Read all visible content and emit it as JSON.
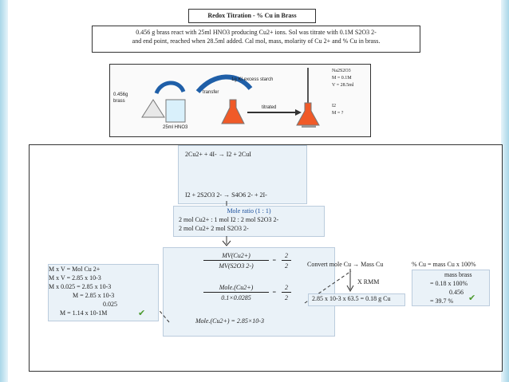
{
  "title": "Redox Titration - % Cu in Brass",
  "question": {
    "line1": "0.456 g brass react with 25ml HNO3 producing Cu2+ ions. Sol was titrate with 0.1M S2O3 2-",
    "line2": "and end point, reached when 28.5ml added. Cal mol, mass, molarity of Cu 2+ and % Cu in brass."
  },
  "diagram": {
    "brass_label": "0.456g brass",
    "hno3_label": "25ml HNO3",
    "transfer_label": "transfer",
    "ki_label": "1g KI excess starch",
    "titrated_label": "titrated",
    "burette_formula": "Na2S2O3",
    "burette_m": "M = 0.1M",
    "burette_v": "V = 28.5ml",
    "flask_formula": "I2",
    "flask_m": "M = ?"
  },
  "equations": {
    "eq1": "2Cu2+ + 4I- → I2 + 2CuI",
    "eq2": "I2 + 2S2O3 2- → S4O6 2- + 2I-"
  },
  "mole_ratio": {
    "title": "Mole ratio (1 : 1)",
    "line1": "2 mol Cu2+ : 1 mol I2 : 2 mol S2O3 2-",
    "line2": "2 mol Cu2+          2 mol S2O3 2-"
  },
  "calc": {
    "frac1_num": "MV(Cu2+)",
    "frac1_den": "MV(S2O3 2-)",
    "frac1_rhs_num": "2",
    "frac1_rhs_den": "2",
    "frac2_num": "Mole.(Cu2+)",
    "frac2_den": "0.1×0.0285",
    "frac2_rhs_num": "2",
    "frac2_rhs_den": "2",
    "result": "Mole.(Cu2+) = 2.85×10-3"
  },
  "molarity": {
    "l1": "M x V        = Mol Cu 2+",
    "l2": "M x V        = 2.85 x 10-3",
    "l3": "M x 0.025 = 2.85 x 10-3",
    "l4": "M = 2.85 x 10-3",
    "l5": "0.025",
    "l6": "M = 1.14 x 10-1M"
  },
  "convert": {
    "title": "Convert mole Cu → Mass Cu",
    "rmm": "X RMM",
    "result": "2.85 x 10-3 x 63.5 = 0.18 g Cu"
  },
  "percent": {
    "l1": "% Cu = mass Cu x 100%",
    "l2": "mass brass",
    "l3": "= 0.18 x 100%",
    "l4": "0.456",
    "l5": "= 39.7 %"
  },
  "colors": {
    "solution": "#f05a28",
    "arrow_blue": "#1f5fa8",
    "edge": "#a9d6e8"
  }
}
